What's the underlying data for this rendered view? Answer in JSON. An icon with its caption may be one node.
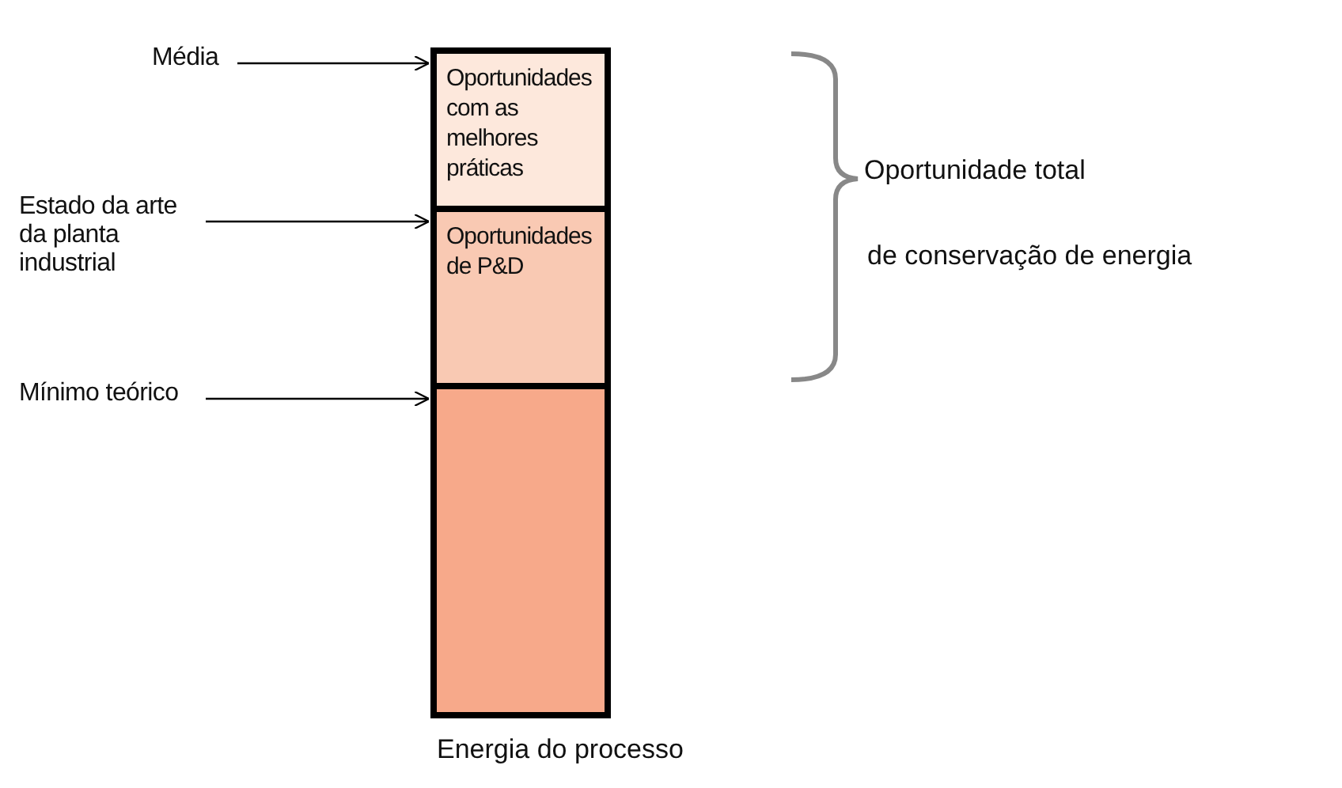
{
  "diagram": {
    "nodes": [
      {
        "text": [
          "Média"
        ]
      },
      {
        "text": [
          "Estado da arte da planta industrial"
        ]
      },
      {
        "text": [
          "Mínimo teórico"
        ]
      },
      {
        "text": [
          "Oportunidades com as melhores práticas"
        ]
      },
      {
        "text": [
          "Oportunidades de P&D"
        ]
      },
      {
        "text": [],
        "shape": "box",
        "beside": [
          "Energia do processo"
        ]
      }
    ],
    "edges": [
      {
        "from": 0,
        "to": 3,
        "arrow": "to"
      },
      {
        "from": 1,
        "to": 4,
        "arrow": "to"
      },
      {
        "from": 2,
        "to": 5,
        "arrow": "to"
      }
    ],
    "labels": [
      "Oportunidade total",
      "de conservação de energia"
    ]
  }
}
